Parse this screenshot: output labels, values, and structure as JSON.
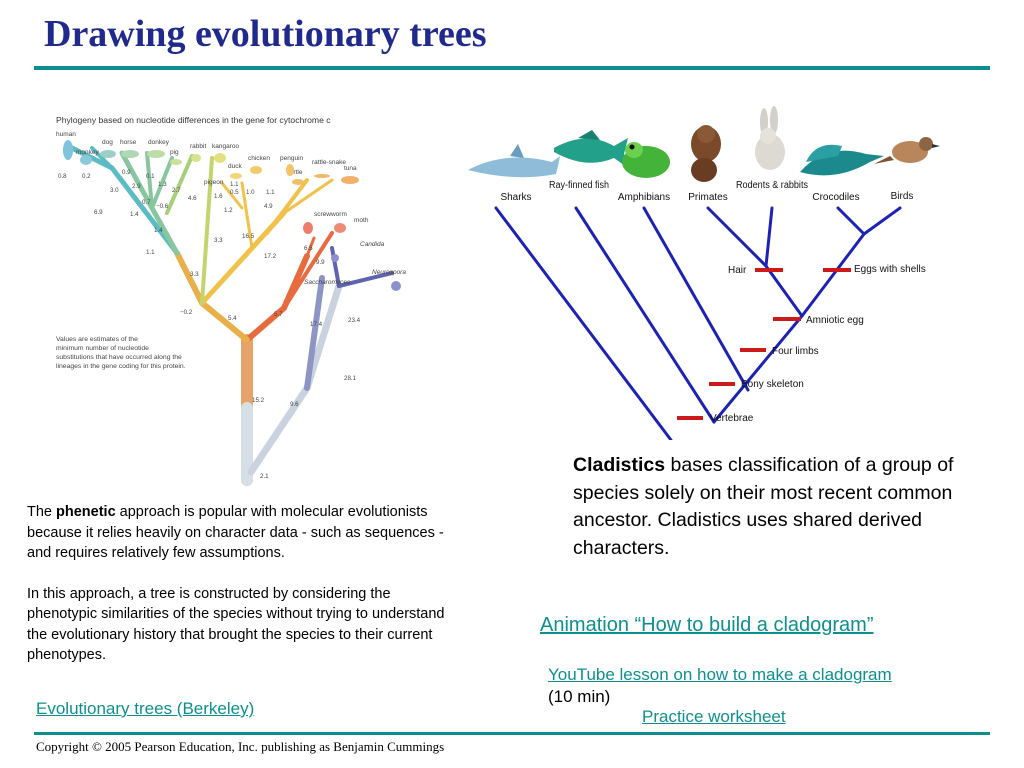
{
  "slide": {
    "title": "Drawing evolutionary trees",
    "copyright": "Copyright © 2005 Pearson Education, Inc. publishing as Benjamin Cummings"
  },
  "phylogeny": {
    "title": "Phylogeny based on nucleotide differences in the gene for cytochrome c",
    "taxa": [
      "human",
      "monkey",
      "dog",
      "horse",
      "donkey",
      "pig",
      "rabbit",
      "kangaroo",
      "duck",
      "chicken",
      "penguin",
      "turtle",
      "rattle-snake",
      "tuna",
      "pigeon",
      "screwworm",
      "moth",
      "Candida",
      "Neurospora",
      "Saccharomyces"
    ],
    "note": [
      "Values are estimates of the",
      "minimum number of nucleotide",
      "substitutions that have occurred along the",
      "lineages in the gene coding for this protein."
    ],
    "branch_values": [
      "0.8",
      "0.2",
      "0.9",
      "0.1",
      "3.0",
      "2.9",
      "1.3",
      "2.7",
      "0.7",
      "−0.6",
      "4.6",
      "6.9",
      "1.4",
      "1.6",
      "1.1",
      "0.5",
      "1.0",
      "1.1",
      "1.2",
      "4.9",
      "1.4",
      "3.3",
      "16.5",
      "1.1",
      "3.3",
      "17.2",
      "6.5",
      "9.9",
      "−0.2",
      "5.4",
      "5.7",
      "17.4",
      "23.4",
      "28.1",
      "15.2",
      "9.6",
      "2.1"
    ]
  },
  "cladogram": {
    "taxa": [
      "Sharks",
      "Ray-finned fish",
      "Amphibians",
      "Primates",
      "Rodents & rabbits",
      "Crocodiles",
      "Birds"
    ],
    "characters": [
      "Vertebrae",
      "Bony skeleton",
      "Four limbs",
      "Amniotic egg",
      "Hair",
      "Eggs with shells"
    ],
    "colors": {
      "branches": "#1c22b4",
      "markers": "#cc1a1a"
    }
  },
  "phenetic": {
    "term": "phenetic",
    "p1_before": "The ",
    "p1_after": " approach is popular with molecular evolutionists because it relies heavily on character data - such as sequences - and requires relatively few assumptions.",
    "p2": "In this approach, a tree is constructed by considering the phenotypic similarities of the species without trying to understand the evolutionary history that brought the species to their current phenotypes."
  },
  "cladistics": {
    "term": "Cladistics",
    "text": " bases classification of a group of species solely on their most recent common ancestor. Cladistics uses shared derived characters."
  },
  "links": {
    "berkeley": "Evolutionary trees (Berkeley)",
    "animation": "Animation “How to build a cladogram”",
    "youtube": "YouTube  lesson on how to make a cladogram",
    "youtube_note": "(10 min)",
    "practice": "Practice worksheet"
  }
}
